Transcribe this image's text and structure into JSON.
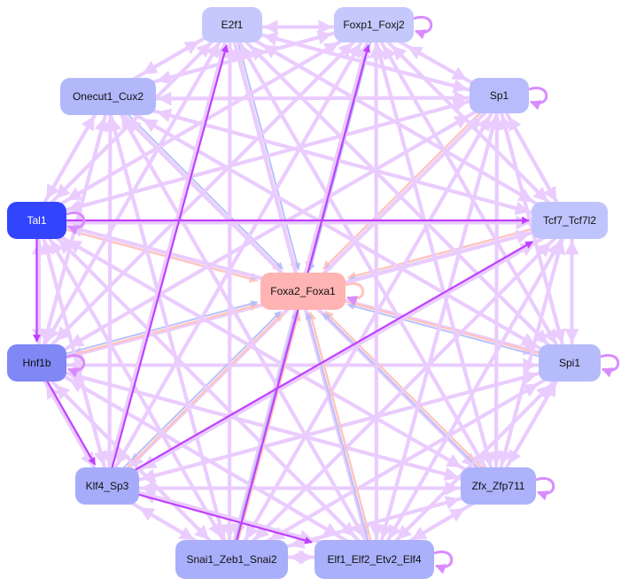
{
  "nodes": [
    {
      "id": "E2f1",
      "label": "E2f1",
      "color": "#c5c8fd",
      "text_color": "#111111"
    },
    {
      "id": "Foxp1_Foxj2",
      "label": "Foxp1_Foxj2",
      "color": "#c5c8fd",
      "text_color": "#111111"
    },
    {
      "id": "Sp1",
      "label": "Sp1",
      "color": "#b8bcfc",
      "text_color": "#111111"
    },
    {
      "id": "Onecut1_Cux2",
      "label": "Onecut1_Cux2",
      "color": "#b3b8fb",
      "text_color": "#111111"
    },
    {
      "id": "Tal1",
      "label": "Tal1",
      "color": "#3344ff",
      "text_color": "#ffffff"
    },
    {
      "id": "Tcf7_Tcf7l2",
      "label": "Tcf7_Tcf7l2",
      "color": "#c0c4fd",
      "text_color": "#111111"
    },
    {
      "id": "Foxa2_Foxa1",
      "label": "Foxa2_Foxa1",
      "color": "#ffb3b3",
      "text_color": "#111111"
    },
    {
      "id": "Hnf1b",
      "label": "Hnf1b",
      "color": "#7f88f5",
      "text_color": "#111111"
    },
    {
      "id": "Spi1",
      "label": "Spi1",
      "color": "#b6bbfc",
      "text_color": "#111111"
    },
    {
      "id": "Klf4_Sp3",
      "label": "Klf4_Sp3",
      "color": "#a6acf9",
      "text_color": "#111111"
    },
    {
      "id": "Zfx_Zfp711",
      "label": "Zfx_Zfp711",
      "color": "#adb2fb",
      "text_color": "#111111"
    },
    {
      "id": "Snai1_Zeb1_Snai2",
      "label": "Snai1_Zeb1_Snai2",
      "color": "#a9affa",
      "text_color": "#111111"
    },
    {
      "id": "Elf1_Elf2_Etv2_Elf4",
      "label": "Elf1_Elf2_Etv2_Elf4",
      "color": "#aab0fa",
      "text_color": "#111111"
    }
  ],
  "edge_colors": {
    "default": "#eaccff",
    "strong": "#c040ff",
    "medium": "#d98cff",
    "to_hub_blue": "#b7c0fb",
    "to_hub_pink": "#ffc4c0"
  },
  "hub": "Foxa2_Foxa1",
  "self_loops": [
    "Foxp1_Foxj2",
    "Sp1",
    "Tal1",
    "Foxa2_Foxa1",
    "Spi1",
    "Zfx_Zfp711",
    "Elf1_Elf2_Etv2_Elf4",
    "Hnf1b"
  ],
  "strong_edges": [
    [
      "Klf4_Sp3",
      "E2f1"
    ],
    [
      "Klf4_Sp3",
      "Tcf7_Tcf7l2"
    ],
    [
      "Klf4_Sp3",
      "Elf1_Elf2_Etv2_Elf4"
    ],
    [
      "Tal1",
      "Tcf7_Tcf7l2"
    ],
    [
      "Snai1_Zeb1_Snai2",
      "Foxp1_Foxj2"
    ],
    [
      "Hnf1b",
      "Klf4_Sp3"
    ],
    [
      "Tal1",
      "Hnf1b"
    ]
  ]
}
